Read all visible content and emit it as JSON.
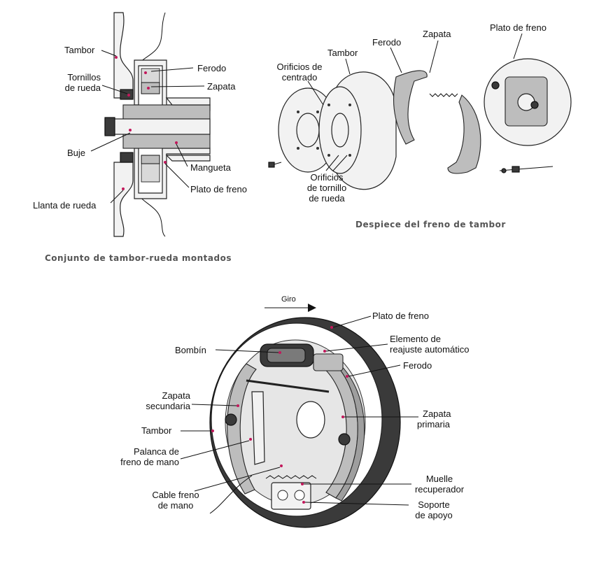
{
  "assembly": {
    "caption": "Conjunto de tambor-rueda montados",
    "labels": {
      "tambor": "Tambor",
      "ferodo": "Ferodo",
      "tornillos_1": "Tornillos",
      "tornillos_2": "de rueda",
      "zapata": "Zapata",
      "buje": "Buje",
      "mangueta": "Mangueta",
      "plato": "Plato de freno",
      "llanta": "Llanta de rueda"
    }
  },
  "exploded": {
    "caption": "Despiece del freno de tambor",
    "labels": {
      "orificios_centrado_1": "Orificios de",
      "orificios_centrado_2": "centrado",
      "tambor": "Tambor",
      "ferodo": "Ferodo",
      "zapata": "Zapata",
      "plato": "Plato de freno",
      "orificios_tornillo_1": "Orificios",
      "orificios_tornillo_2": "de tornillo",
      "orificios_tornillo_3": "de rueda"
    }
  },
  "brake_view": {
    "giro": "Giro",
    "labels": {
      "plato": "Plato de freno",
      "elemento_1": "Elemento de",
      "elemento_2": "reajuste automático",
      "bombin": "Bombín",
      "ferodo": "Ferodo",
      "zapata_sec_1": "Zapata",
      "zapata_sec_2": "secundaria",
      "zapata_pri_1": "Zapata",
      "zapata_pri_2": "primaria",
      "tambor": "Tambor",
      "palanca_1": "Palanca de",
      "palanca_2": "freno de mano",
      "cable_1": "Cable freno",
      "cable_2": "de mano",
      "muelle_1": "Muelle",
      "muelle_2": "recuperador",
      "soporte_1": "Soporte",
      "soporte_2": "de apoyo"
    }
  }
}
